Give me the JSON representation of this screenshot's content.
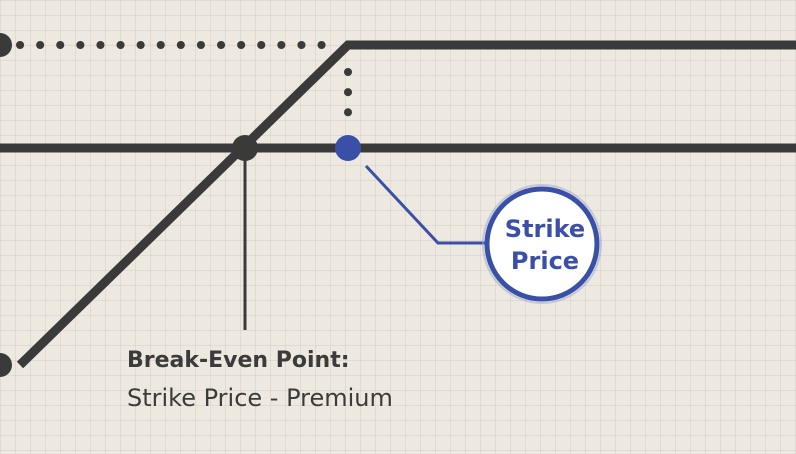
{
  "colors": {
    "background": "#ede9e0",
    "line": "#3a3a3a",
    "accent": "#3a4fa7",
    "badge_fill": "#ffffff",
    "text": "#3b3b3b"
  },
  "strike_badge": {
    "line1": "Strike",
    "line2": "Price"
  },
  "break_even": {
    "title": "Break-Even Point:",
    "formula": "Strike Price - Premium"
  }
}
